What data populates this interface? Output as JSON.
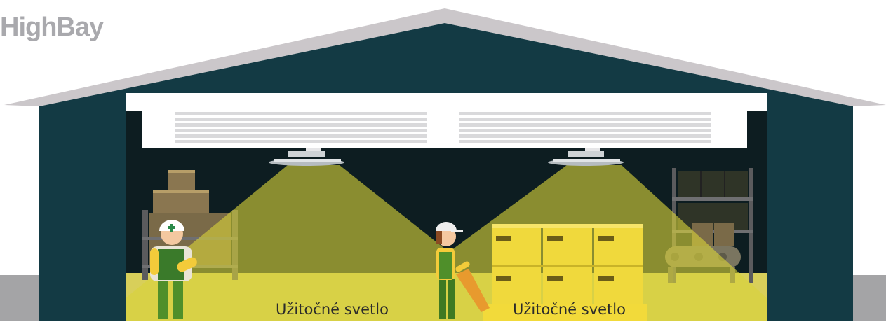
{
  "brand": {
    "title": "HighBay"
  },
  "captions": [
    {
      "text": "Užitočné svetlo"
    },
    {
      "text": "Užitočné svetlo"
    }
  ],
  "colors": {
    "roof": "#cbc7ca",
    "building": "#133a44",
    "interior": "#0d1d21",
    "ceiling_panel": "#ffffff",
    "light_beam": "#d8d23a",
    "floor": "#d8cf5a",
    "ground": "#a4a4a6",
    "box": "#f0d93c",
    "worker_vest": "#4f8f2a"
  },
  "icons": [
    "first-aid-cross-icon",
    "barcode-icon",
    "high-bay-lamp-icon"
  ]
}
